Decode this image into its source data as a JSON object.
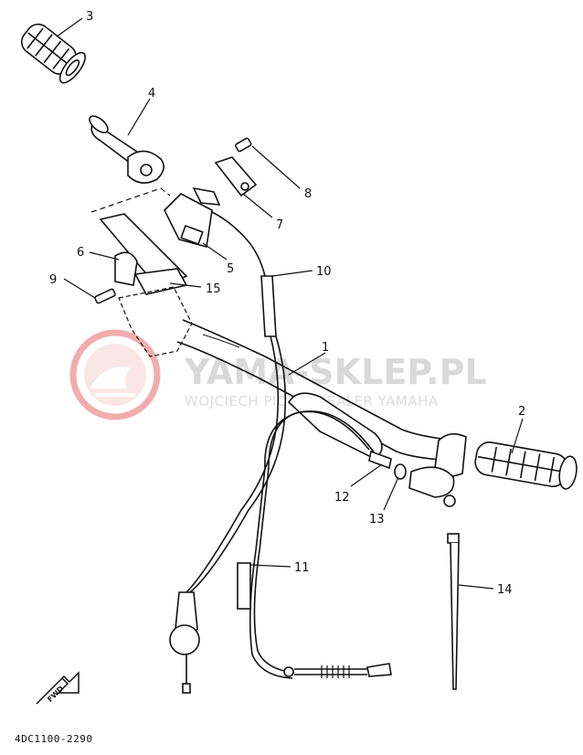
{
  "watermark": {
    "title": "YAMA-SKLEP.PL",
    "subtitle": "WOJCIECH PIC... | DEALER YAMAHA",
    "logo_color": "#e24b4b"
  },
  "callouts": {
    "c1": "1",
    "c2": "2",
    "c3": "3",
    "c4": "4",
    "c5": "5",
    "c6": "6",
    "c7": "7",
    "c8": "8",
    "c9": "9",
    "c10": "10",
    "c11": "11",
    "c12": "12",
    "c13": "13",
    "c14": "14",
    "c15": "15"
  },
  "fwd_label": "FWD",
  "diagram_code": "4DC1100-2290"
}
